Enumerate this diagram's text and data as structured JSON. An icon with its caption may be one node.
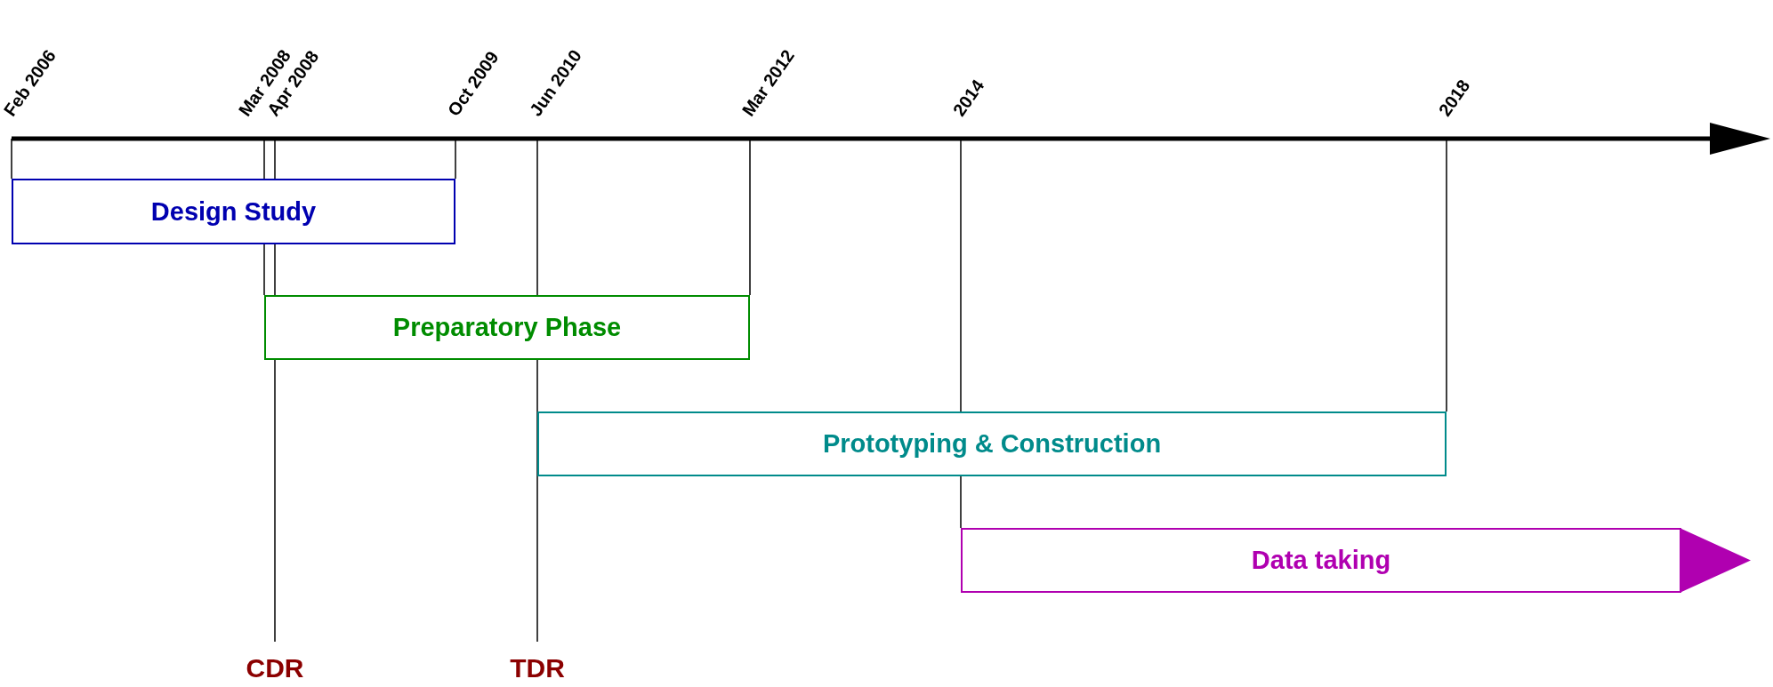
{
  "diagram": {
    "nodes": [
      {
        "text": [
          "Design Study"
        ]
      },
      {
        "text": [
          "Preparatory Phase"
        ]
      },
      {
        "text": [
          "Prototyping & Construction"
        ]
      },
      {
        "text": [
          "Data taking"
        ]
      }
    ],
    "labels": [
      "Feb 2006",
      "Mar 2008",
      "Apr 2008",
      "Oct 2009",
      "Jun 2010",
      "Mar 2012",
      "2014",
      "2018",
      "CDR",
      "TDR"
    ]
  }
}
